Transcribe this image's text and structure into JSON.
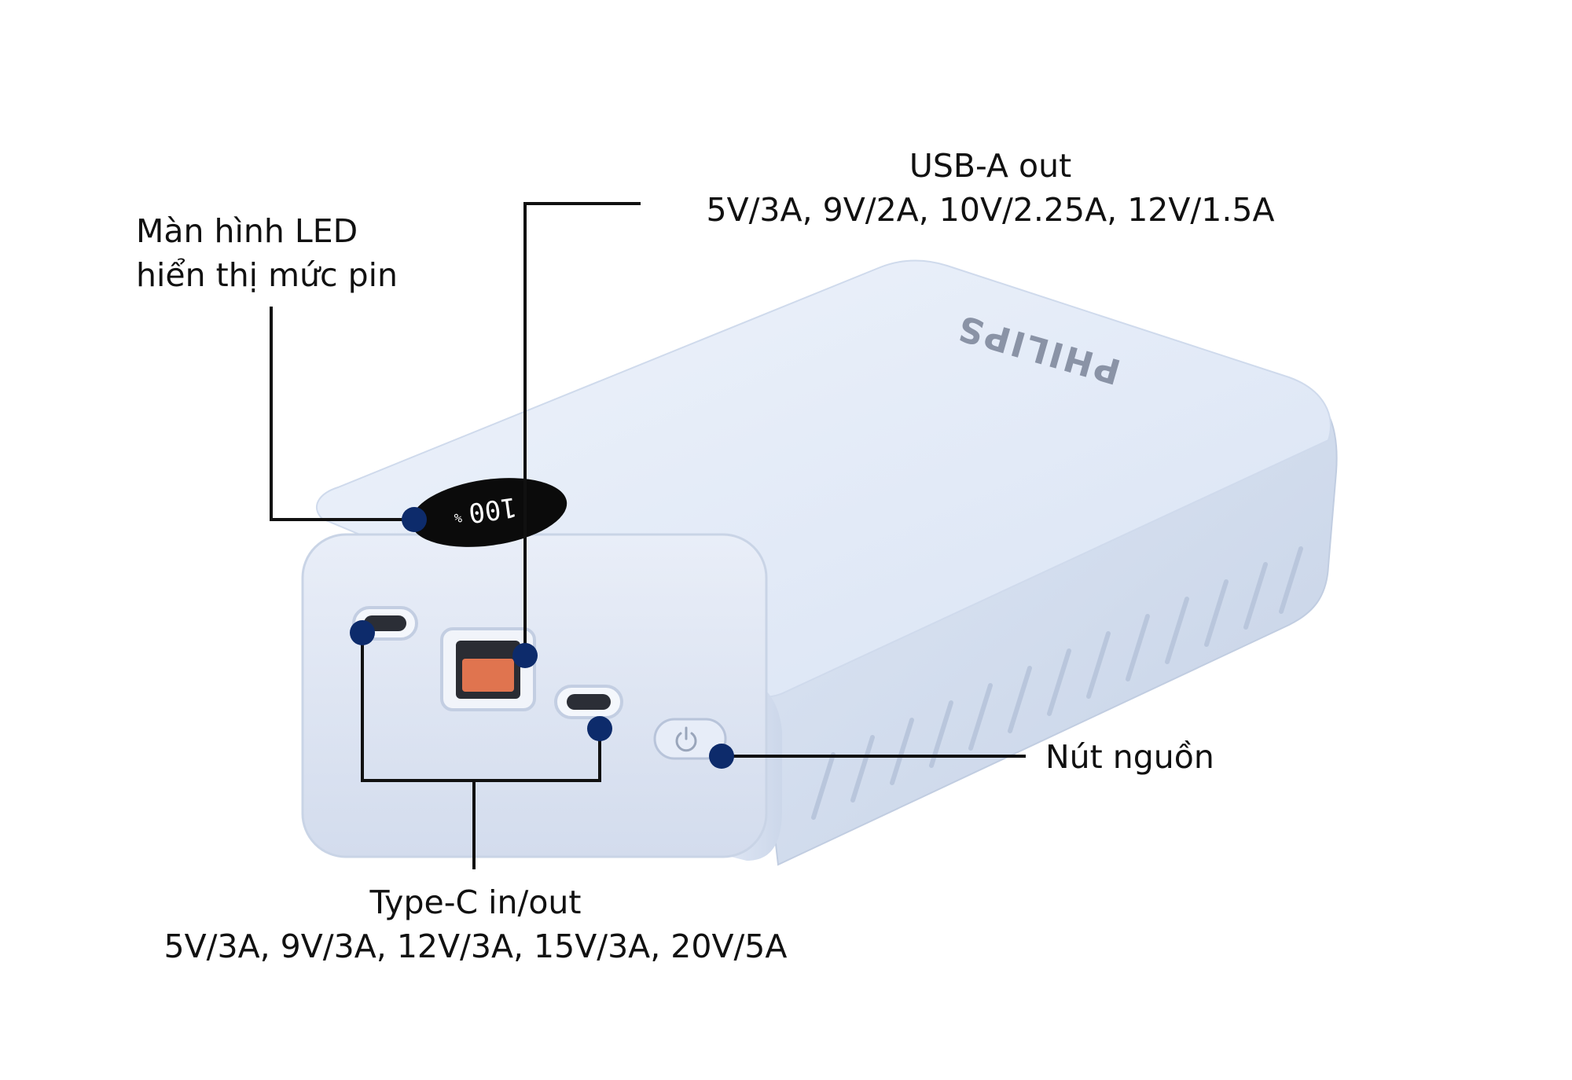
{
  "callouts": {
    "led": {
      "line1": "Màn hình LED",
      "line2": "hiển thị mức pin"
    },
    "usb_a": {
      "title": "USB-A out",
      "specs": "5V/3A, 9V/2A, 10V/2.25A, 12V/1.5A"
    },
    "power": {
      "title": "Nút nguồn"
    },
    "type_c": {
      "title": "Type-C in/out",
      "specs": "5V/3A, 9V/3A, 12V/3A, 15V/3A, 20V/5A"
    }
  },
  "device": {
    "brand": "PHILIPS",
    "display_reading": "100",
    "display_unit": "%"
  },
  "colors": {
    "callout_line": "#111111",
    "callout_dot": "#0d2b6b",
    "body": "#dfe8f6",
    "display": "#0b0b0b",
    "usb_a_insert": "#e0744f"
  },
  "icons": [
    "power-icon"
  ]
}
